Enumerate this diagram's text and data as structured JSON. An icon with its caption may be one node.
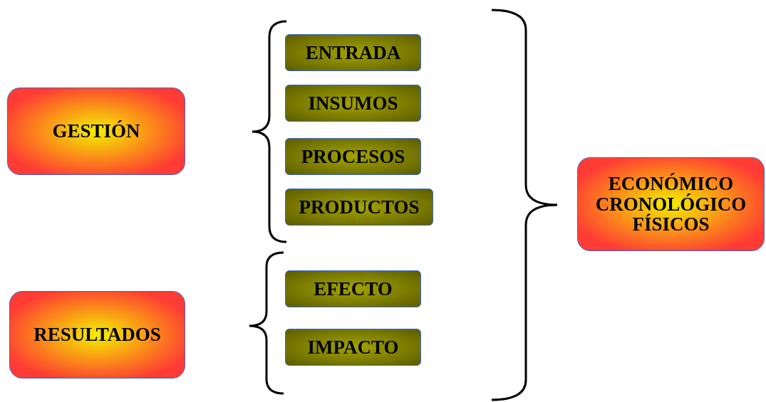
{
  "diagram": {
    "nodes": [
      {
        "text": [
          "GESTIÓN"
        ]
      },
      {
        "text": [
          "ENTRADA"
        ]
      },
      {
        "text": [
          "INSUMOS"
        ]
      },
      {
        "text": [
          "PROCESOS"
        ]
      },
      {
        "text": [
          "PRODUCTOS"
        ]
      },
      {
        "text": [
          "RESULTADOS"
        ]
      },
      {
        "text": [
          "EFECTO"
        ]
      },
      {
        "text": [
          "IMPACTO"
        ]
      },
      {
        "text": [
          "ECONÓMICO",
          "CRONOLÓGICO",
          "FÍSICOS"
        ]
      }
    ]
  }
}
